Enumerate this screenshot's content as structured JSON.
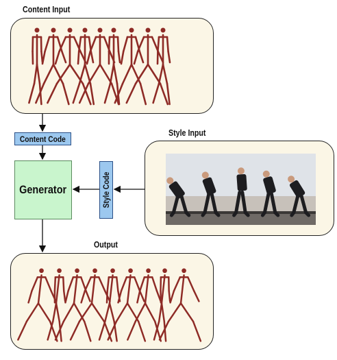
{
  "labels": {
    "content_input": "Content Input",
    "style_input": "Style Input",
    "output": "Output",
    "content_code": "Content Code",
    "style_code": "Style Code",
    "generator": "Generator"
  },
  "colors": {
    "panel_fill": "#fbf6e6",
    "code_box_fill": "#9cc8ef",
    "generator_fill": "#c9f5cd",
    "skeleton": "#8e2b26",
    "arrow": "#111111"
  },
  "icons": {
    "content_figures": "walking-skeleton-sequence",
    "output_figures": "stylized-walking-skeleton-sequence",
    "style_frames": "person-video-frames"
  }
}
